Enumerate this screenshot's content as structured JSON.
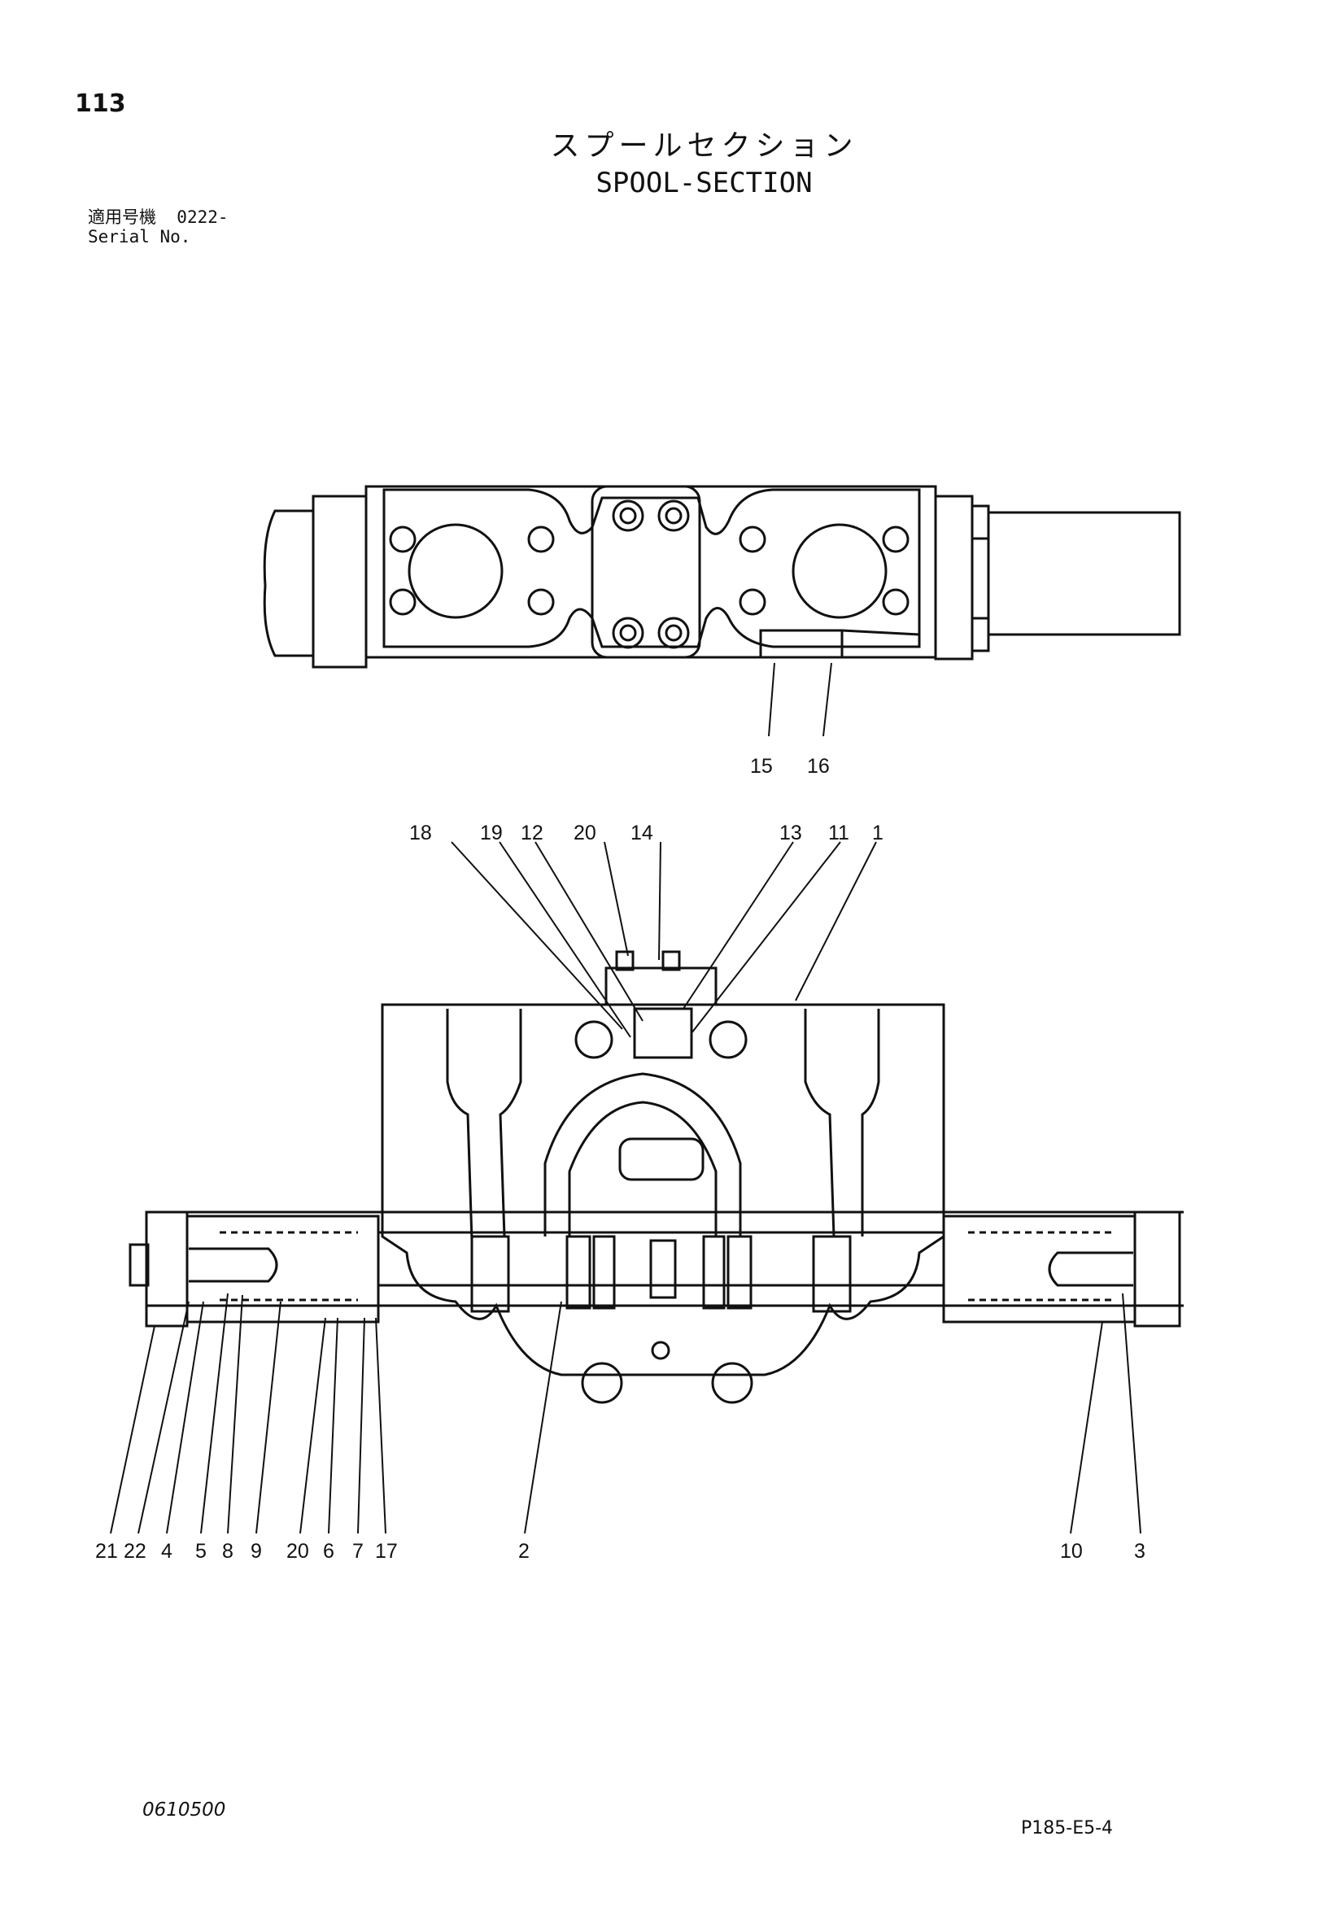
{
  "header": {
    "page_number": "113",
    "title_jp": "スプールセクション",
    "title_en": "SPOOL-SECTION",
    "serial_label_jp": "適用号機",
    "serial_value": "0222-",
    "serial_label_en": "Serial No."
  },
  "callouts_top_view": [
    "15",
    "16"
  ],
  "callouts_upper": [
    "18",
    "19",
    "12",
    "20",
    "14",
    "13",
    "11",
    "1"
  ],
  "callouts_lower": [
    "21",
    "22",
    "4",
    "5",
    "8",
    "9",
    "20",
    "6",
    "7",
    "17",
    "2",
    "10",
    "3"
  ],
  "footer": {
    "doc_code": "0610500",
    "page_ref": "P185-E5-4"
  }
}
